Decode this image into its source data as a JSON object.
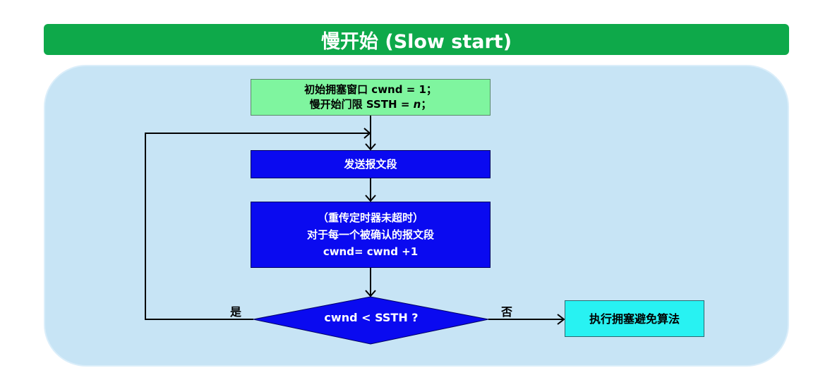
{
  "title": "慢开始 (Slow start)",
  "init_box": {
    "line1": "初始拥塞窗口 cwnd = 1；",
    "line2_prefix": "慢开始门限 SSTH = ",
    "line2_var": "n",
    "line2_suffix": "；"
  },
  "send_box": {
    "text": "发送报文段"
  },
  "update_box": {
    "line1": "（重传定时器未超时）",
    "line2": "对于每一个被确认的报文段",
    "line3": "cwnd= cwnd +1"
  },
  "decision": {
    "text": "cwnd < SSTH ?",
    "yes_label": "是",
    "no_label": "否"
  },
  "avoid_box": {
    "text": "执行拥塞避免算法"
  },
  "colors": {
    "title_bg": "#0ea94a",
    "panel_bg": "#c7e4f5",
    "init_bg": "#7ff59f",
    "process_bg": "#0a0af0",
    "avoid_bg": "#28f2f2"
  }
}
